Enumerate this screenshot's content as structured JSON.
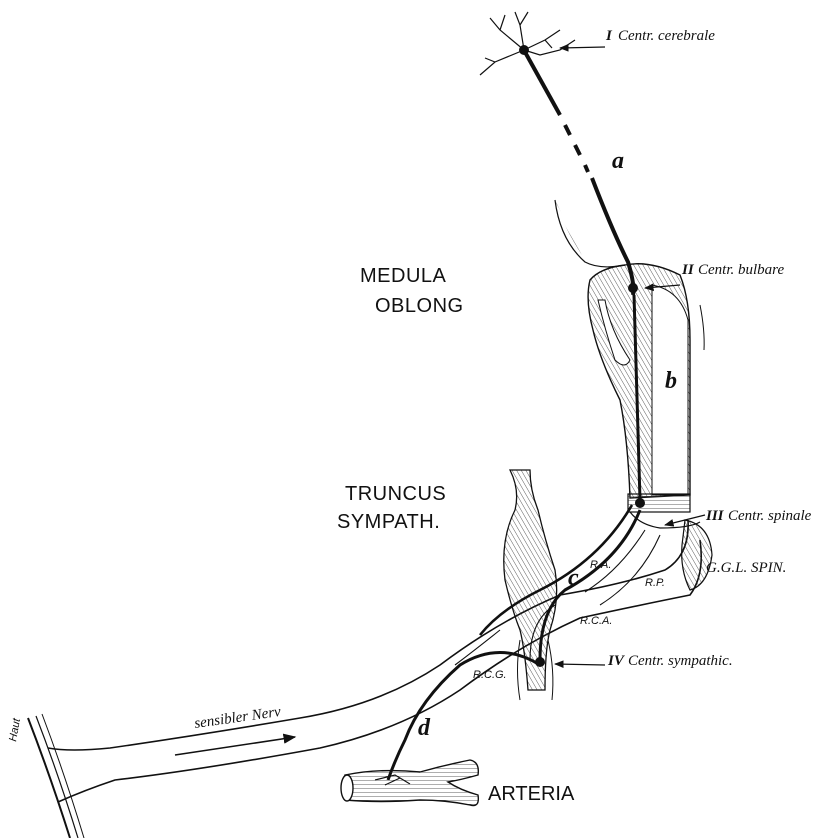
{
  "labels": {
    "centr_cerebrale": "Centr. cerebrale",
    "centr_cerebrale_num": "I",
    "centr_bulbare": "Centr. bulbare",
    "centr_bulbare_num": "II",
    "centr_spinale": "Centr. spinale",
    "centr_spinale_num": "III",
    "centr_sympathic": "Centr. sympathic.",
    "centr_sympathic_num": "IV",
    "medulla_line1": "MEDULA",
    "medulla_line2": "OBLONG",
    "truncus_line1": "TRUNCUS",
    "truncus_line2": "SYMPATH.",
    "ggl_spin": "G.G.L. SPIN.",
    "ra": "R.A.",
    "rp": "R.P.",
    "rca": "R.C.A.",
    "rcg": "R.C.G.",
    "sensibler_nerv": "sensibler Nerv",
    "haut": "Haut",
    "arteria": "ARTERIA",
    "letter_a": "a",
    "letter_b": "b",
    "letter_c": "c",
    "letter_d": "d"
  }
}
